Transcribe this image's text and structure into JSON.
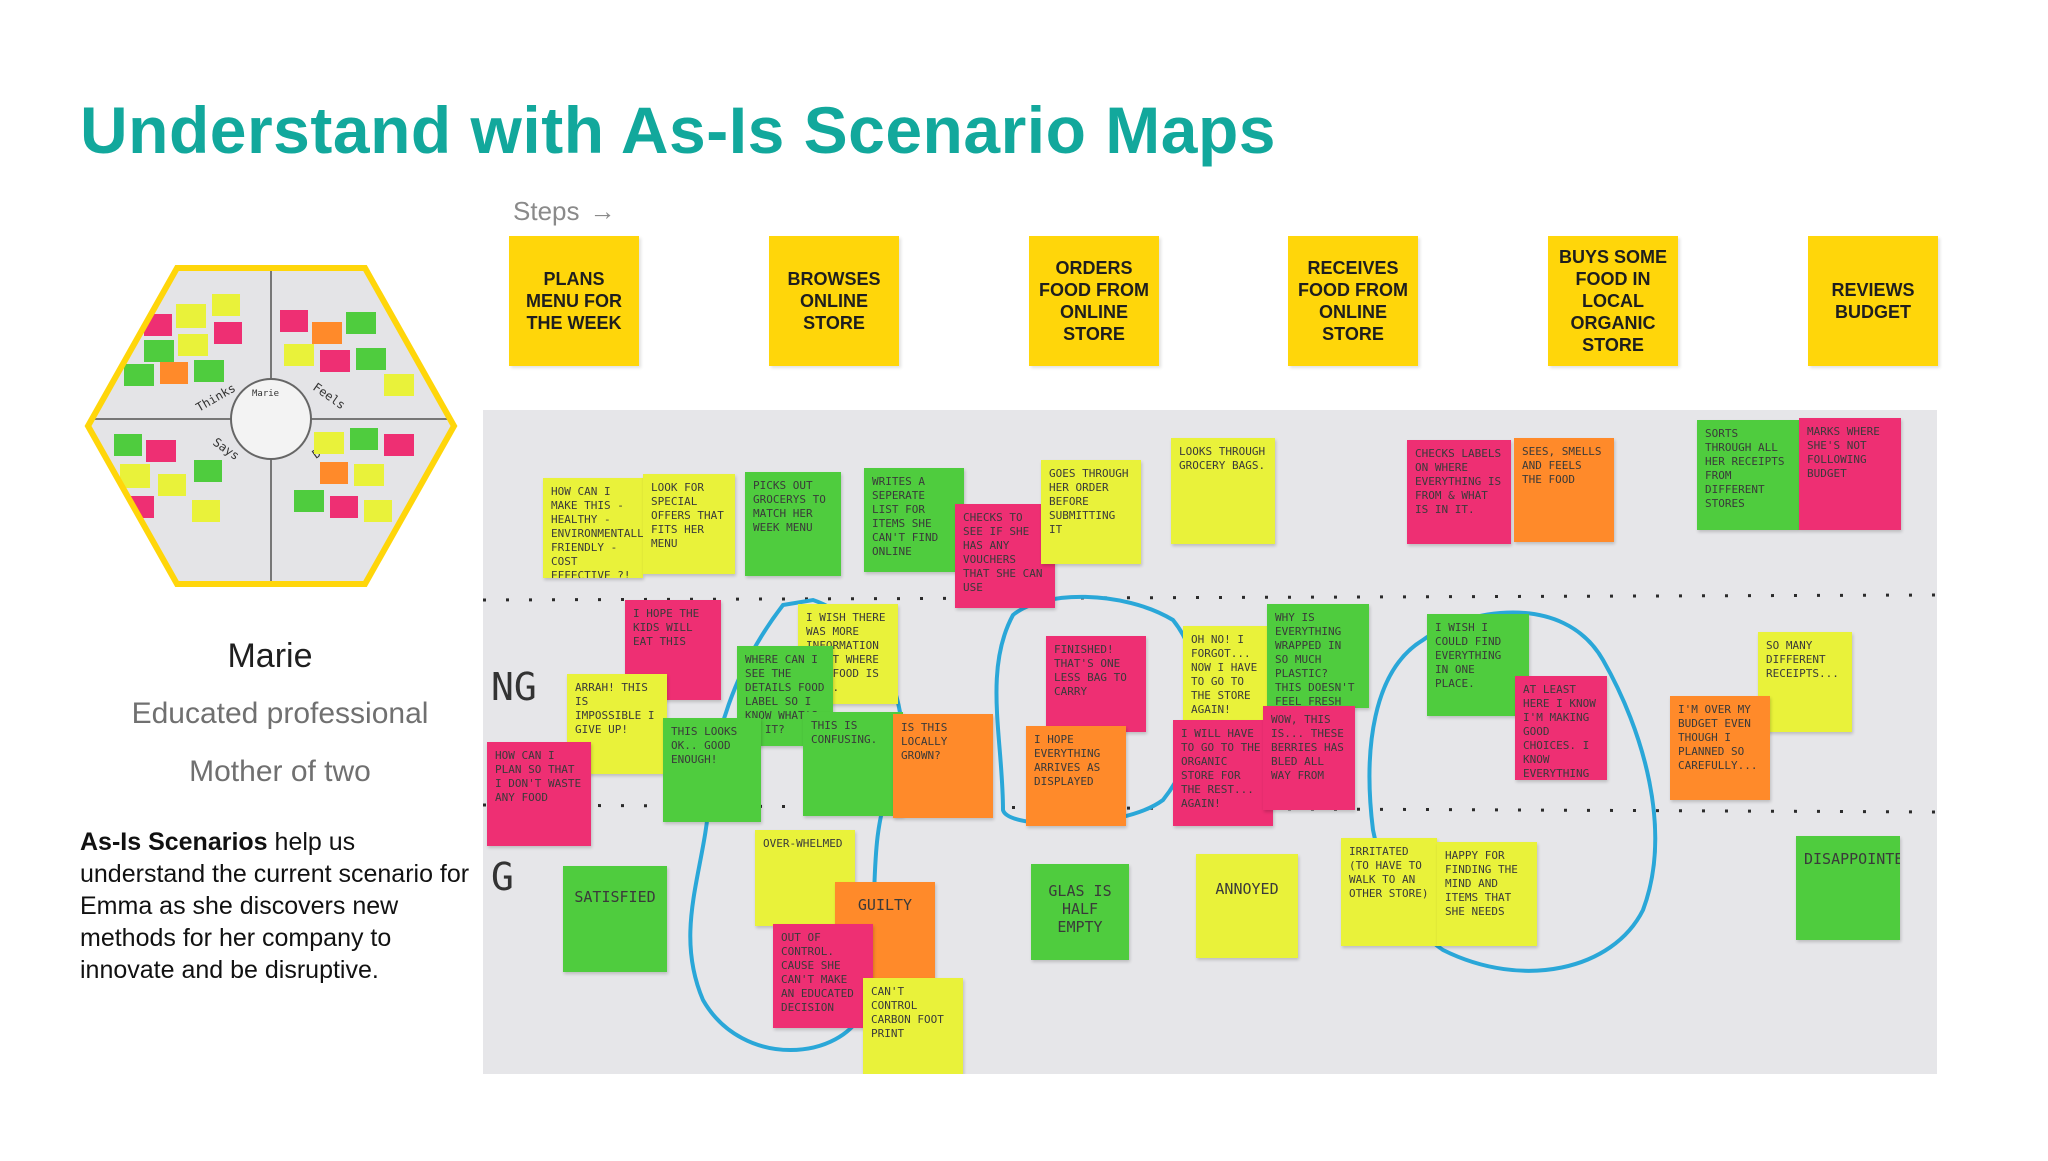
{
  "title": "Understand with As-Is Scenario Maps",
  "steps_label": "Steps",
  "steps_arrow": "→",
  "steps": [
    "PLANS MENU FOR THE WEEK",
    "BROWSES ONLINE STORE",
    "ORDERS FOOD FROM ONLINE STORE",
    "RECEIVES FOOD FROM ONLINE STORE",
    "BUYS SOME FOOD IN LOCAL ORGANIC STORE",
    "REVIEWS BUDGET"
  ],
  "colors": {
    "accent": "#12a89c",
    "step_yellow": "#ffd60a",
    "note_yellow": "#e9f23a",
    "note_green": "#4fcc3e",
    "note_pink": "#ee2f73",
    "note_orange": "#ff8a2a",
    "marker_blue": "#2aa7d8"
  },
  "persona": {
    "name": "Marie",
    "line1": "Educated professional",
    "line2": "Mother of two",
    "empathy_map_labels": [
      "Marie",
      "Thinks",
      "Feels",
      "Says",
      "Does"
    ]
  },
  "description": {
    "bold": "As-Is Scenarios",
    "rest": " help us understand the current scenario for Emma as she discovers new methods for her company to innovate and be disruptive."
  },
  "board": {
    "row_markers": [
      "NG",
      "G"
    ],
    "notes": [
      {
        "text": "How can I make this - healthy - environmentally friendly - cost effective ?!"
      },
      {
        "text": "Look for special offers that fits her menu"
      },
      {
        "text": "Picks out grocerys to match her week menu"
      },
      {
        "text": "Writes a seperate list for items she can't find online"
      },
      {
        "text": "Checks to see if she has any vouchers that she can use"
      },
      {
        "text": "Goes through her order before submitting it"
      },
      {
        "text": "Looks through grocery bags."
      },
      {
        "text": "Checks labels on where everything is from & what is in it."
      },
      {
        "text": "Sees, smells and feels the food"
      },
      {
        "text": "Sorts through all her receipts from different stores"
      },
      {
        "text": "Marks where she's not following budget"
      },
      {
        "text": "I hope the kids will eat this"
      },
      {
        "text": "I wish there was more information about where the food is from."
      },
      {
        "text": "Where can I see the details food label so I know what's in it?"
      },
      {
        "text": "Arrah! This is impossible I give up!"
      },
      {
        "text": "How can I plan so that I don't waste any food"
      },
      {
        "text": "This looks OK.. good enough!"
      },
      {
        "text": "This is confusing."
      },
      {
        "text": "Is this locally grown?"
      },
      {
        "text": "Finished! That's one less bag to carry"
      },
      {
        "text": "I hope everything arrives as displayed"
      },
      {
        "text": "Oh no! I forgot... Now I have to go to the store again!"
      },
      {
        "text": "Why is everything wrapped in so much plastic? This doesn't feel fresh"
      },
      {
        "text": "I will have to go to the organic store for the rest... again!"
      },
      {
        "text": "Wow, this is... these berries has bled all way from"
      },
      {
        "text": "I wish I could find everything in one place."
      },
      {
        "text": "At least here I know I'm making good choices. I know everything is organic."
      },
      {
        "text": "So many different receipts..."
      },
      {
        "text": "I'm over my budget even though I planned so carefully..."
      },
      {
        "text": "Satisfied"
      },
      {
        "text": "Over-whelmed"
      },
      {
        "text": "Guilty"
      },
      {
        "text": "Out of control. Cause she can't make an educated decision"
      },
      {
        "text": "Can't control carbon foot print"
      },
      {
        "text": "Glas is half empty"
      },
      {
        "text": "Annoyed"
      },
      {
        "text": "Irritated (to have to walk to an other store)"
      },
      {
        "text": "Happy for finding the mind and items that she needs"
      },
      {
        "text": "Disappointed"
      }
    ]
  }
}
